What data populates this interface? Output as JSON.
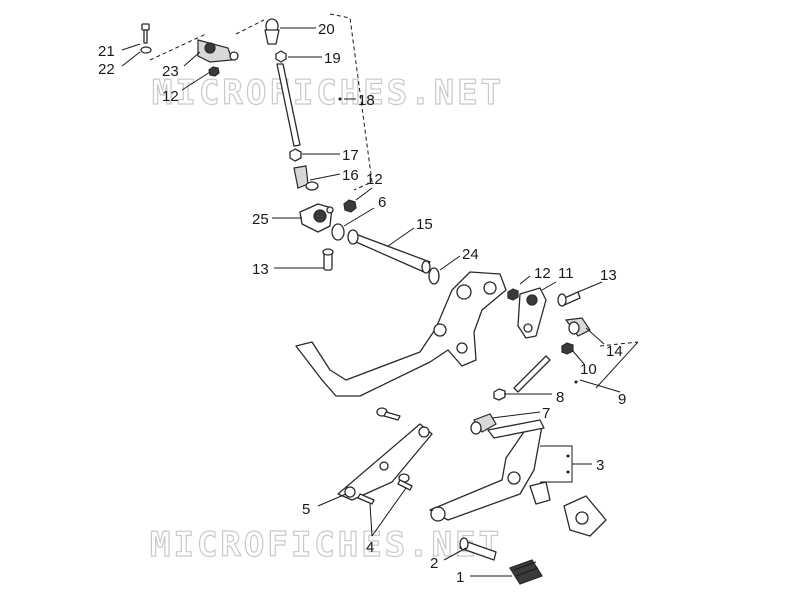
{
  "watermarks": [
    "MICROFICHES.NET",
    "MICROFICHES.NET"
  ],
  "callouts": [
    "21",
    "22",
    "23",
    "12",
    "20",
    "19",
    "18",
    "17",
    "16",
    "12",
    "6",
    "25",
    "15",
    "13",
    "24",
    "12",
    "11",
    "13",
    "14",
    "10",
    "8",
    "9",
    "7",
    "3",
    "5",
    "4",
    "2",
    "1"
  ]
}
